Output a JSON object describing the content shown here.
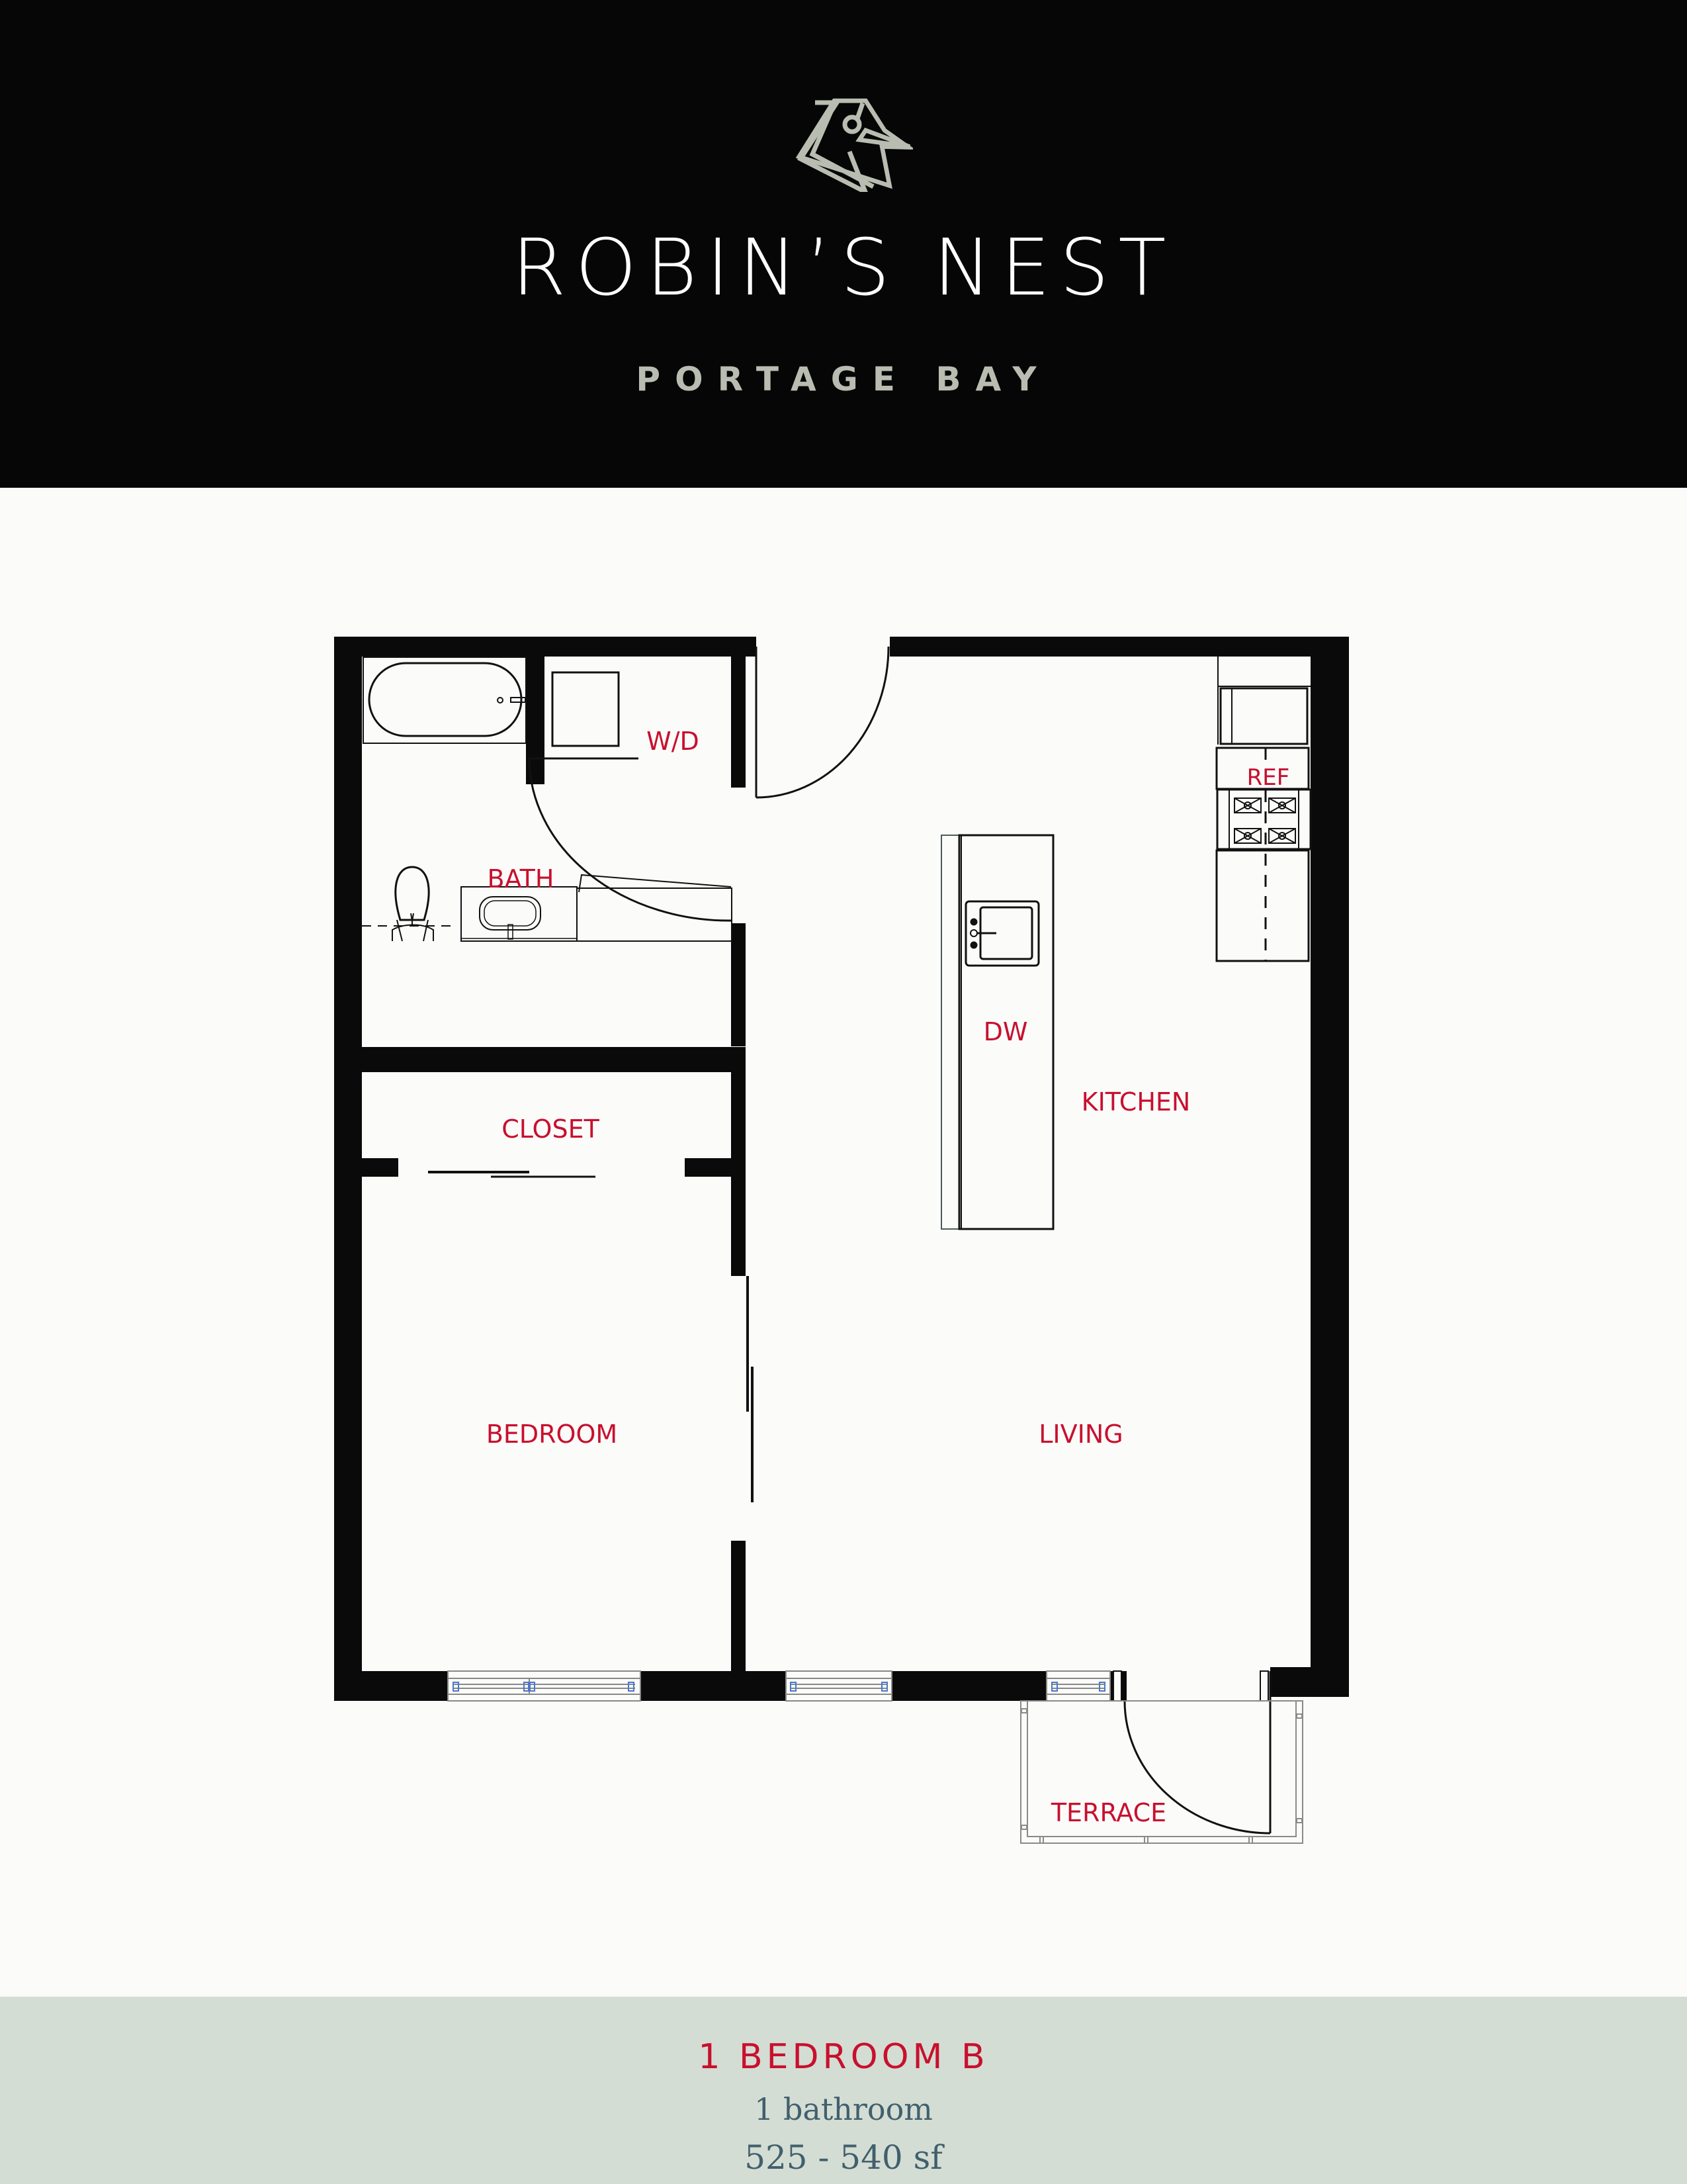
{
  "header": {
    "logo_icon": "robin-bird-icon",
    "title": "ROBIN’S NEST",
    "subtitle": "PORTAGE BAY",
    "background_color": "#060606",
    "title_color": "#ffffff",
    "accent_color": "#b9bdb1"
  },
  "floorplan": {
    "rooms": {
      "wd": "W/D",
      "bath": "BATH",
      "closet": "CLOSET",
      "bedroom": "BEDROOM",
      "dw": "DW",
      "ref": "REF",
      "kitchen": "KITCHEN",
      "living": "LIVING",
      "terrace": "TERRACE"
    },
    "label_color": "#c8102e",
    "wall_color": "#0a0a0a"
  },
  "footer": {
    "unit_name": "1 BEDROOM B",
    "bathrooms": "1 bathroom",
    "area": "525 - 540 sf",
    "background_color": "#d4ddd3",
    "unit_color": "#c8102e",
    "detail_color": "#41606e"
  }
}
